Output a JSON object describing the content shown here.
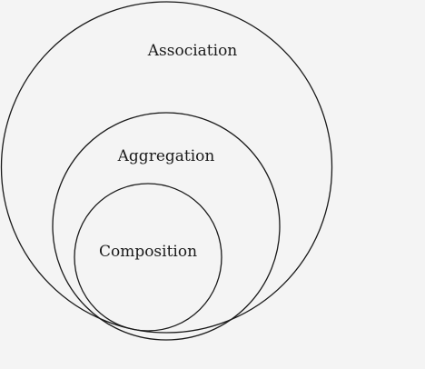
{
  "diagram": {
    "type": "nested-sets",
    "colors": {
      "background": "#f4f4f4",
      "stroke": "#1a1a1a",
      "text": "#1a1a1a"
    },
    "sets": [
      {
        "label": "Association",
        "contains": [
          "Aggregation"
        ]
      },
      {
        "label": "Aggregation",
        "contains": [
          "Composition"
        ]
      },
      {
        "label": "Composition",
        "contains": []
      }
    ]
  }
}
